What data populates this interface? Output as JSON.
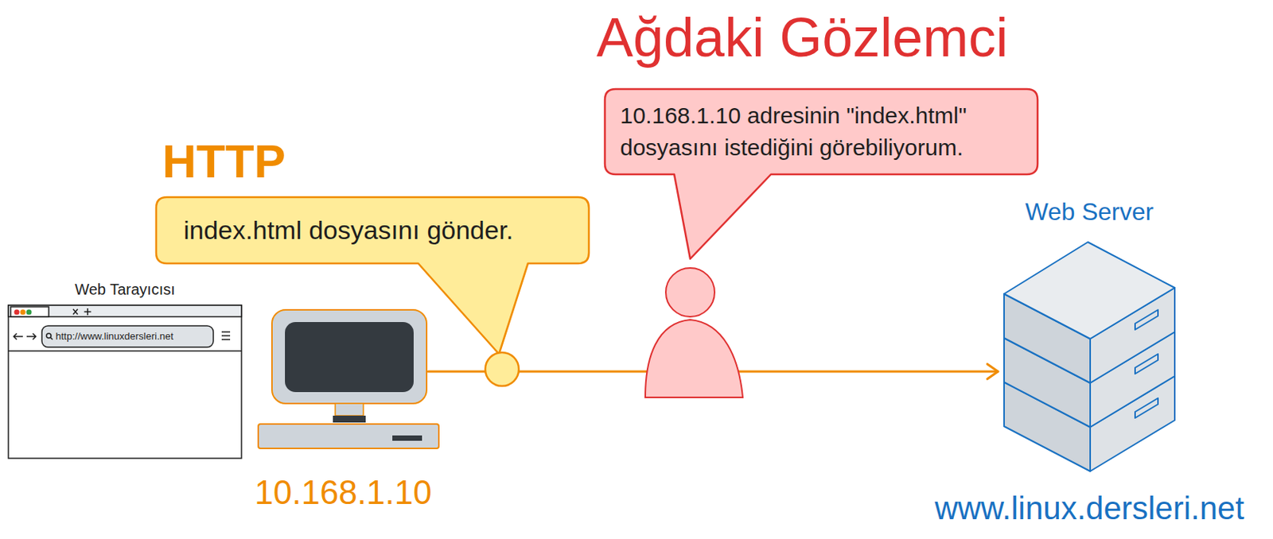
{
  "diagram": {
    "nodes": [
      {
        "text": [
          "index.html dosyasını gönder."
        ]
      },
      {
        "text": [
          "10.168.1.10 adresinin \"index.html\" dosyasını istediğini görebiliyorum."
        ]
      },
      {
        "text": [
          "Web Tarayıcısı",
          "http://www.linuxdersleri.net"
        ]
      },
      {
        "text": [
          "10.168.1.10"
        ]
      },
      {
        "text": [
          "Web Server",
          "www.linux.dersleri.net"
        ]
      }
    ],
    "edges": [
      {
        "from": 3,
        "to": 4,
        "arrow": "to"
      }
    ],
    "labels": [
      "Ağdaki Gözlemci",
      "HTTP"
    ]
  }
}
